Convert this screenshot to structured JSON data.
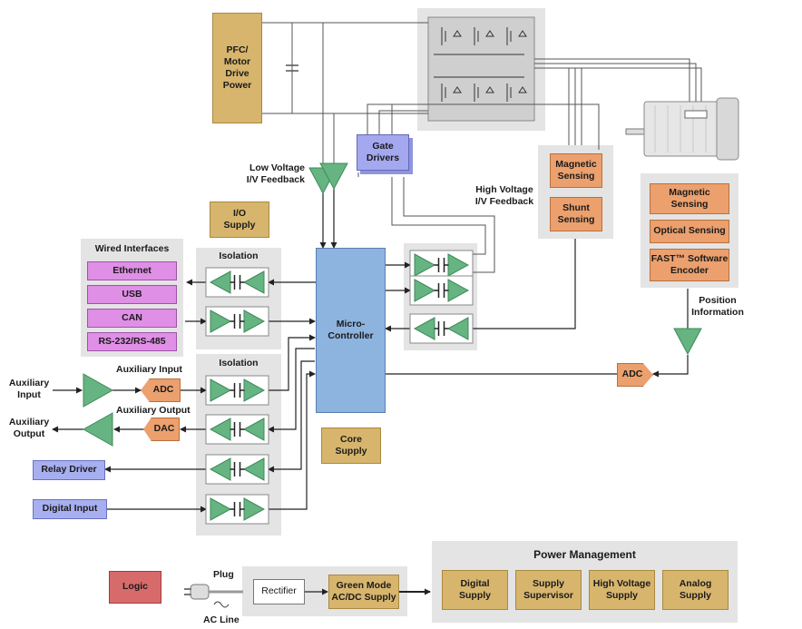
{
  "blocks": {
    "pfc": "PFC/\nMotor\nDrive\nPower",
    "gate_drivers": "Gate\nDrivers",
    "io_supply": "I/O\nSupply",
    "microcontroller": "Micro-\nController",
    "core_supply": "Core\nSupply",
    "magnetic_sensing_1": "Magnetic\nSensing",
    "shunt_sensing": "Shunt\nSensing",
    "magnetic_sensing_2": "Magnetic\nSensing",
    "optical_sensing": "Optical Sensing",
    "fast_encoder": "FAST™ Software\nEncoder",
    "adc_position": "ADC",
    "adc_aux": "ADC",
    "dac_aux": "DAC",
    "relay_driver": "Relay Driver",
    "digital_input": "Digital Input",
    "logic": "Logic",
    "rectifier": "Rectifier",
    "green_mode": "Green Mode\nAC/DC Supply"
  },
  "wired_interfaces": {
    "title": "Wired Interfaces",
    "items": [
      "Ethernet",
      "USB",
      "CAN",
      "RS-232/RS-485"
    ]
  },
  "isolation": {
    "top_title": "Isolation",
    "bottom_title": "Isolation"
  },
  "labels": {
    "low_voltage_feedback": "Low Voltage\nI/V Feedback",
    "high_voltage_feedback": "High Voltage\nI/V Feedback",
    "position_information": "Position\nInformation",
    "auxiliary_input": "Auxiliary\nInput",
    "auxiliary_input_title": "Auxiliary Input",
    "auxiliary_output": "Auxiliary\nOutput",
    "auxiliary_output_title": "Auxiliary Output",
    "plug": "Plug",
    "ac_line": "AC Line"
  },
  "power_management": {
    "title": "Power Management",
    "items": [
      "Digital\nSupply",
      "Supply\nSupervisor",
      "High Voltage\nSupply",
      "Analog\nSupply"
    ]
  },
  "colors": {
    "amplifier": "#66b481",
    "tan": "#d7b56d",
    "orange": "#eba06e",
    "purple": "#df8fe6",
    "blue": "#8db3df",
    "panel": "#e4e4e4"
  }
}
